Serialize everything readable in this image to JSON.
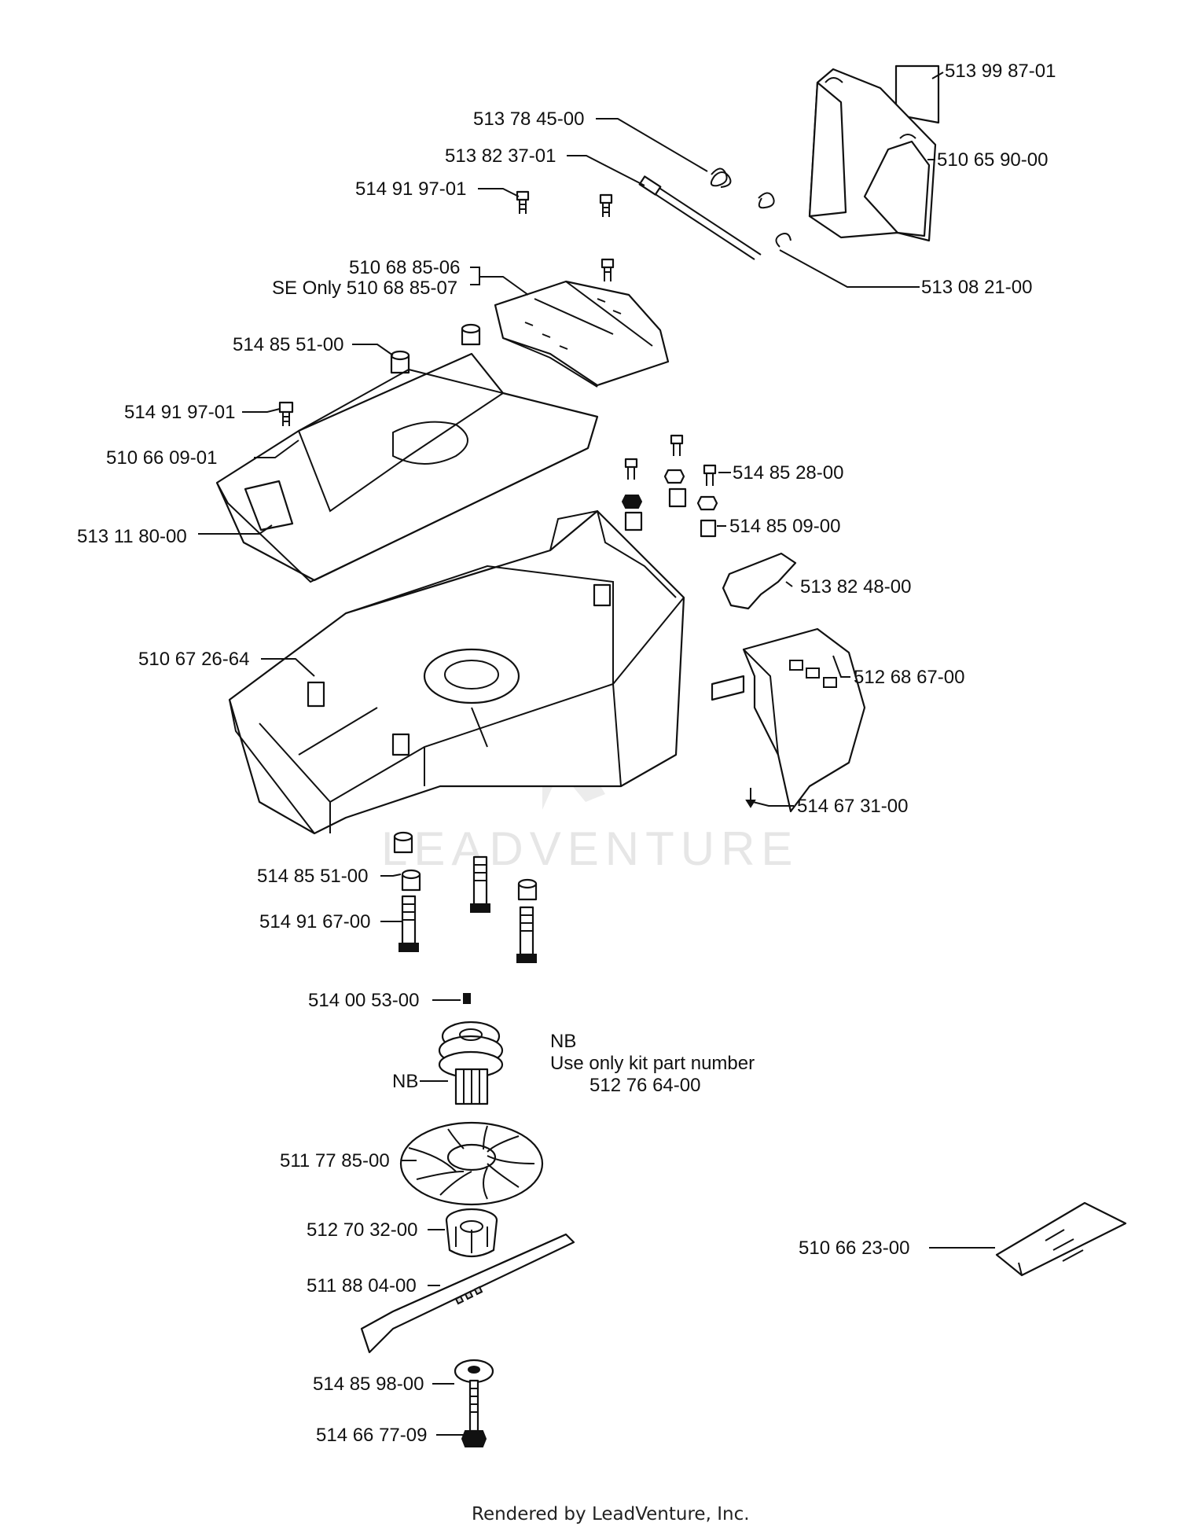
{
  "watermark": "LEADVENTURE",
  "footer": "Rendered by LeadVenture, Inc.",
  "labels": {
    "p513998701": "513 99 87-01",
    "p513784500": "513 78 45-00",
    "p513823701": "513 82 37-01",
    "p510659000": "510 65 90-00",
    "p514919701_top": "514 91 97-01",
    "p510688506": "510 68 85-06",
    "p510688507": "SE Only 510 68 85-07",
    "p513082100": "513 08 21-00",
    "p514855100_top": "514 85 51-00",
    "p514919701_mid": "514 91 97-01",
    "p510660901": "510 66 09-01",
    "p514852800": "514 85 28-00",
    "p513118000": "513 11 80-00",
    "p514850900": "514 85 09-00",
    "p513824800": "513 82 48-00",
    "p510672664": "510 67 26-64",
    "p512686700": "512 68 67-00",
    "p514673100": "514 67 31-00",
    "p514855100_bot": "514 85 51-00",
    "p514916700": "514 91 67-00",
    "p514005300": "514 00 53-00",
    "nb_title": "NB",
    "nb_line1": "Use only kit part number",
    "nb_line2": "512 76 64-00",
    "nb_part": "NB",
    "p511778500": "511 77 85-00",
    "p512703200": "512 70 32-00",
    "p510662300": "510 66 23-00",
    "p511880400": "511 88 04-00",
    "p514859800": "514 85 98-00",
    "p514667709": "514 66 77-09"
  }
}
